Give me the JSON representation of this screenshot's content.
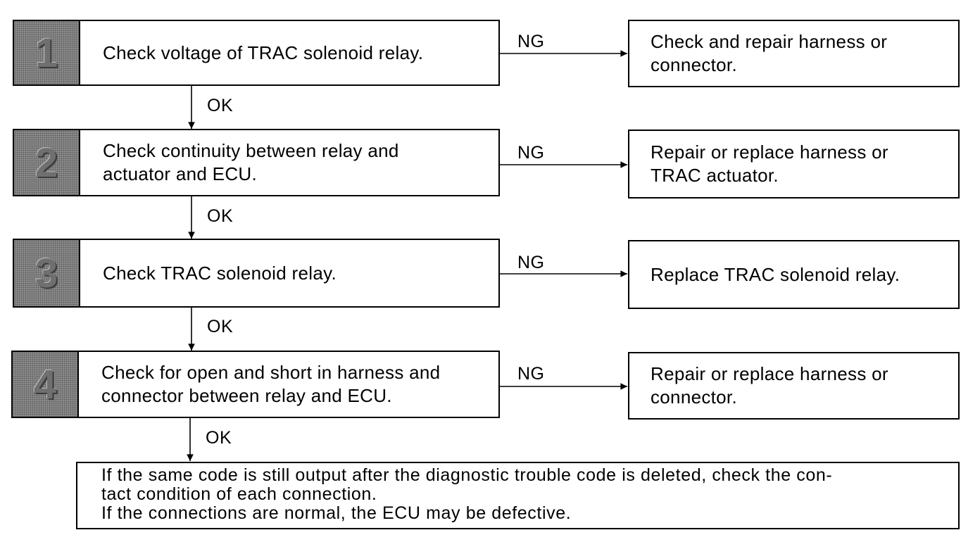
{
  "steps": [
    {
      "number": "1",
      "text": "Check voltage of TRAC solenoid relay.",
      "ng_label": "NG",
      "ok_label": "OK",
      "result": "Check and repair harness or\nconnector."
    },
    {
      "number": "2",
      "text": "Check continuity between relay and\nactuator and ECU.",
      "ng_label": "NG",
      "ok_label": "OK",
      "result": "Repair or replace harness or\nTRAC actuator."
    },
    {
      "number": "3",
      "text": "Check TRAC solenoid relay.",
      "ng_label": "NG",
      "ok_label": "OK",
      "result": "Replace TRAC solenoid relay."
    },
    {
      "number": "4",
      "text": "Check for open and short in harness and\nconnector between relay and ECU.",
      "ng_label": "NG",
      "ok_label": "OK",
      "result": "Repair or replace harness or\nconnector."
    }
  ],
  "final": {
    "line1": "If the same code is still output after the diagnostic trouble code is deleted, check the con-",
    "line2": "tact condition of each connection.",
    "line3": "If the connections are normal, the ECU may be defective."
  }
}
